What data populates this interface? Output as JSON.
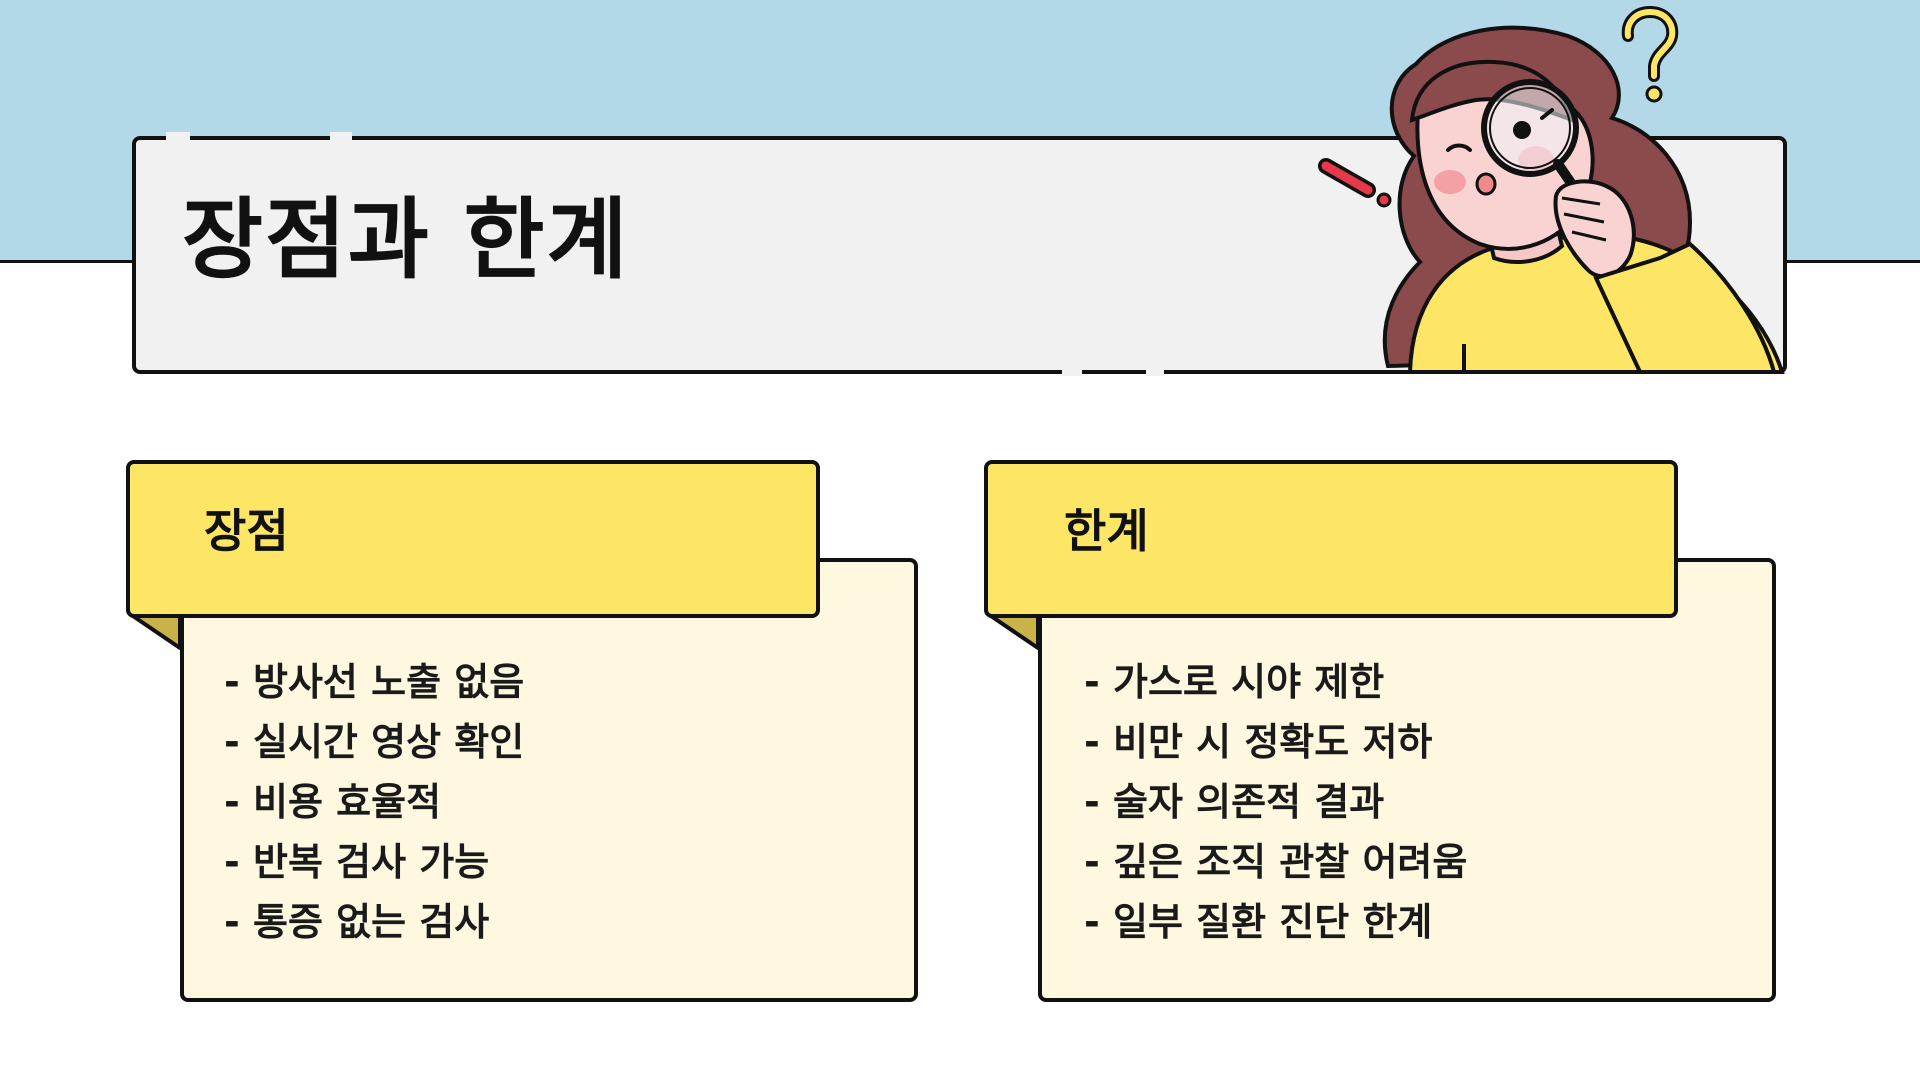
{
  "title": "장점과 한계",
  "pros": {
    "heading": "장점",
    "items": [
      "- 방사선 노출 없음",
      "- 실시간 영상 확인",
      "- 비용 효율적",
      "- 반복 검사 가능",
      "- 통증 없는 검사"
    ]
  },
  "cons": {
    "heading": "한계",
    "items": [
      "- 가스로 시야 제한",
      "- 비만 시 정확도 저하",
      "- 술자 의존적 결과",
      "- 깊은 조직 관찰 어려움",
      "- 일부 질환 진단 한계"
    ]
  },
  "colors": {
    "sky": "#b3d8e8",
    "title_box": "#f1f1f1",
    "card_header": "#fde566",
    "card_body": "#fdf8df",
    "outline": "#111111"
  },
  "icons": [
    "thinking-girl-with-magnifier-illustration",
    "question-mark-icon",
    "exclamation-mark-icon"
  ]
}
